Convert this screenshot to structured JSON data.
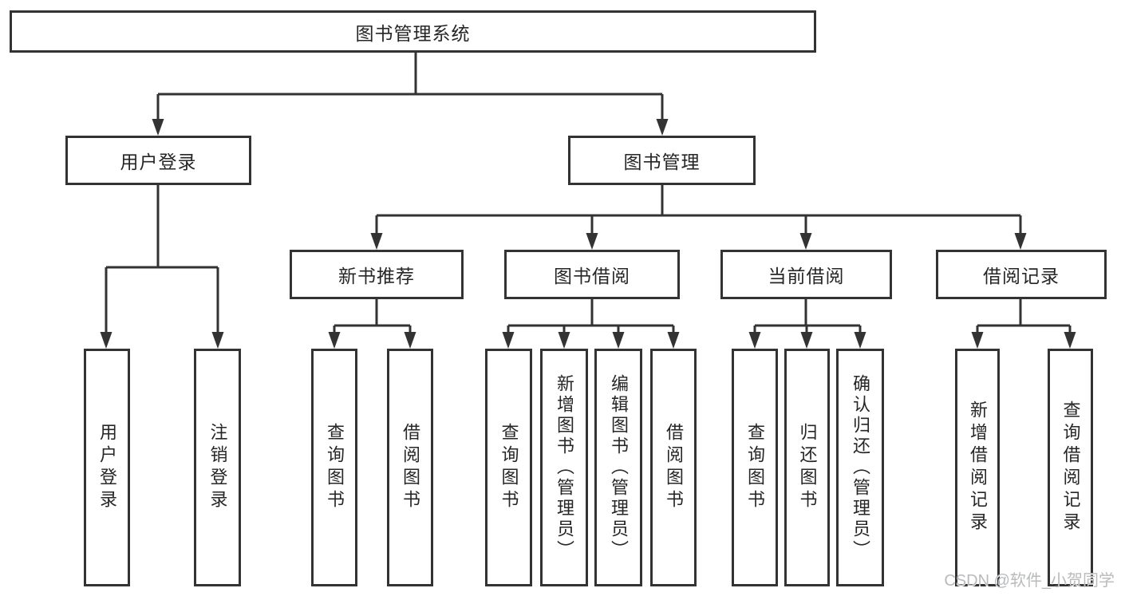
{
  "nodes": {
    "root": "图书管理系统",
    "user_login": "用户登录",
    "book_management": "图书管理",
    "new_book_recommend": "新书推荐",
    "book_borrowing": "图书借阅",
    "current_borrowing": "当前借阅",
    "borrowing_records": "借阅记录",
    "ul_user_login": "用户登录",
    "ul_logout": "注销登录",
    "nbr_query_books": "查询图书",
    "nbr_borrow_books": "借阅图书",
    "bb_query_books": "查询图书",
    "bb_add_books": "新增图书（管理员）",
    "bb_edit_books": "编辑图书（管理员）",
    "bb_borrow_books": "借阅图书",
    "cb_query_books": "查询图书",
    "cb_return_books": "归还图书",
    "cb_confirm_return": "确认归还（管理员）",
    "br_add_record": "新增借阅记录",
    "br_query_record": "查询借阅记录"
  },
  "watermark": "CSDN @软件_小贺同学",
  "colors": {
    "line": "#333333",
    "text": "#262626",
    "watermark": "#b9babc",
    "background": "#ffffff"
  }
}
